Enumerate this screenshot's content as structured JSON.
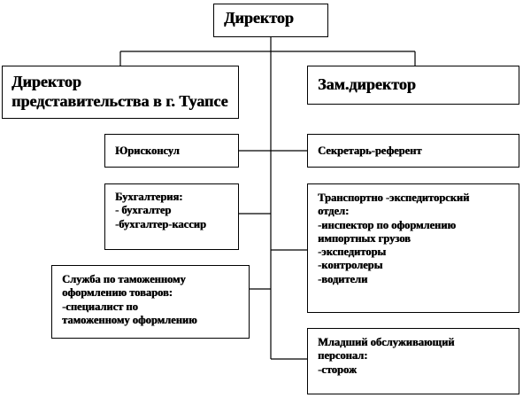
{
  "director": "Директор",
  "branch_director": [
    "Директор",
    "представительства в г. Туапсе"
  ],
  "deputy_director": "Зам.директор",
  "legal": "Юрисконсул",
  "secretary": "Секретарь-референт",
  "accounting": [
    "Бухгалтерия:",
    "- бухгалтер",
    "-бухгалтер-кассир"
  ],
  "transport": [
    "Транспортно -экспедиторский",
    "отдел:",
    "-инспектор по оформлению",
    "импортных грузов",
    "-экспедиторы",
    "-контролеры",
    "-водители"
  ],
  "customs": [
    "Служба по таможенному",
    "оформлению товаров:",
    "-специалист по",
    "таможенному оформлению"
  ],
  "junior_staff": [
    "Младший обслуживающий",
    "персонал:",
    "-сторож"
  ]
}
